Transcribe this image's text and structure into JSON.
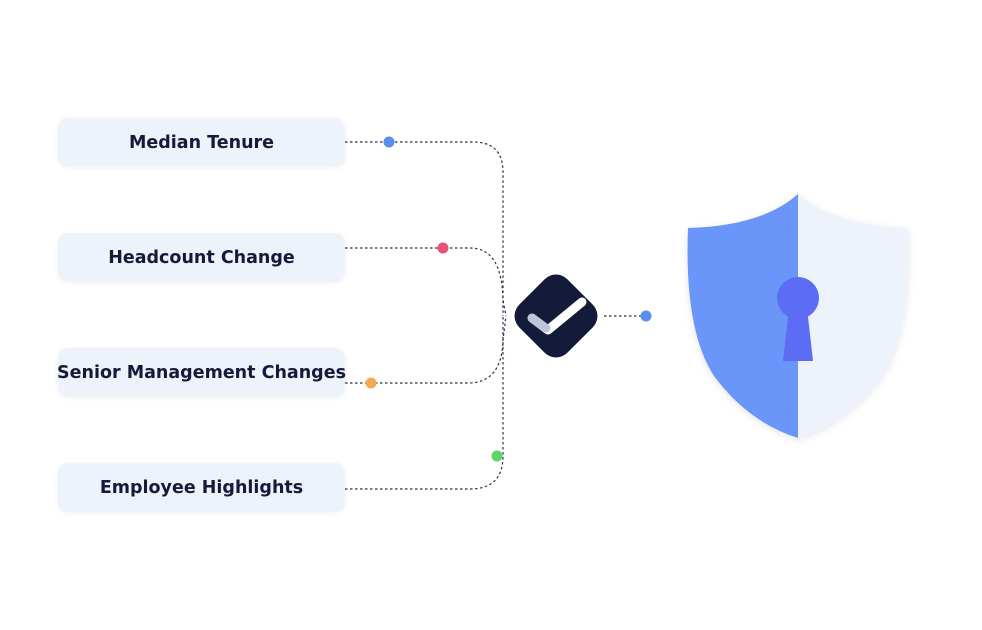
{
  "diagram": {
    "items": [
      {
        "label": "Median Tenure",
        "dot_color": "#5b8def"
      },
      {
        "label": "Headcount Change",
        "dot_color": "#ec4f75"
      },
      {
        "label": "Senior Management Changes",
        "dot_color": "#f5a953"
      },
      {
        "label": "Employee Highlights",
        "dot_color": "#5ed46b"
      }
    ],
    "hub": {
      "icon": "checkmark-logo-icon",
      "background_color": "#141a3a",
      "output_dot_color": "#5b8def"
    },
    "shield": {
      "icon": "shield-lock-icon",
      "left_color": "#6996f8",
      "right_color": "#edf2fb",
      "keyhole_color": "#5d6cf4"
    },
    "connector_color": "#2a2f4a"
  }
}
